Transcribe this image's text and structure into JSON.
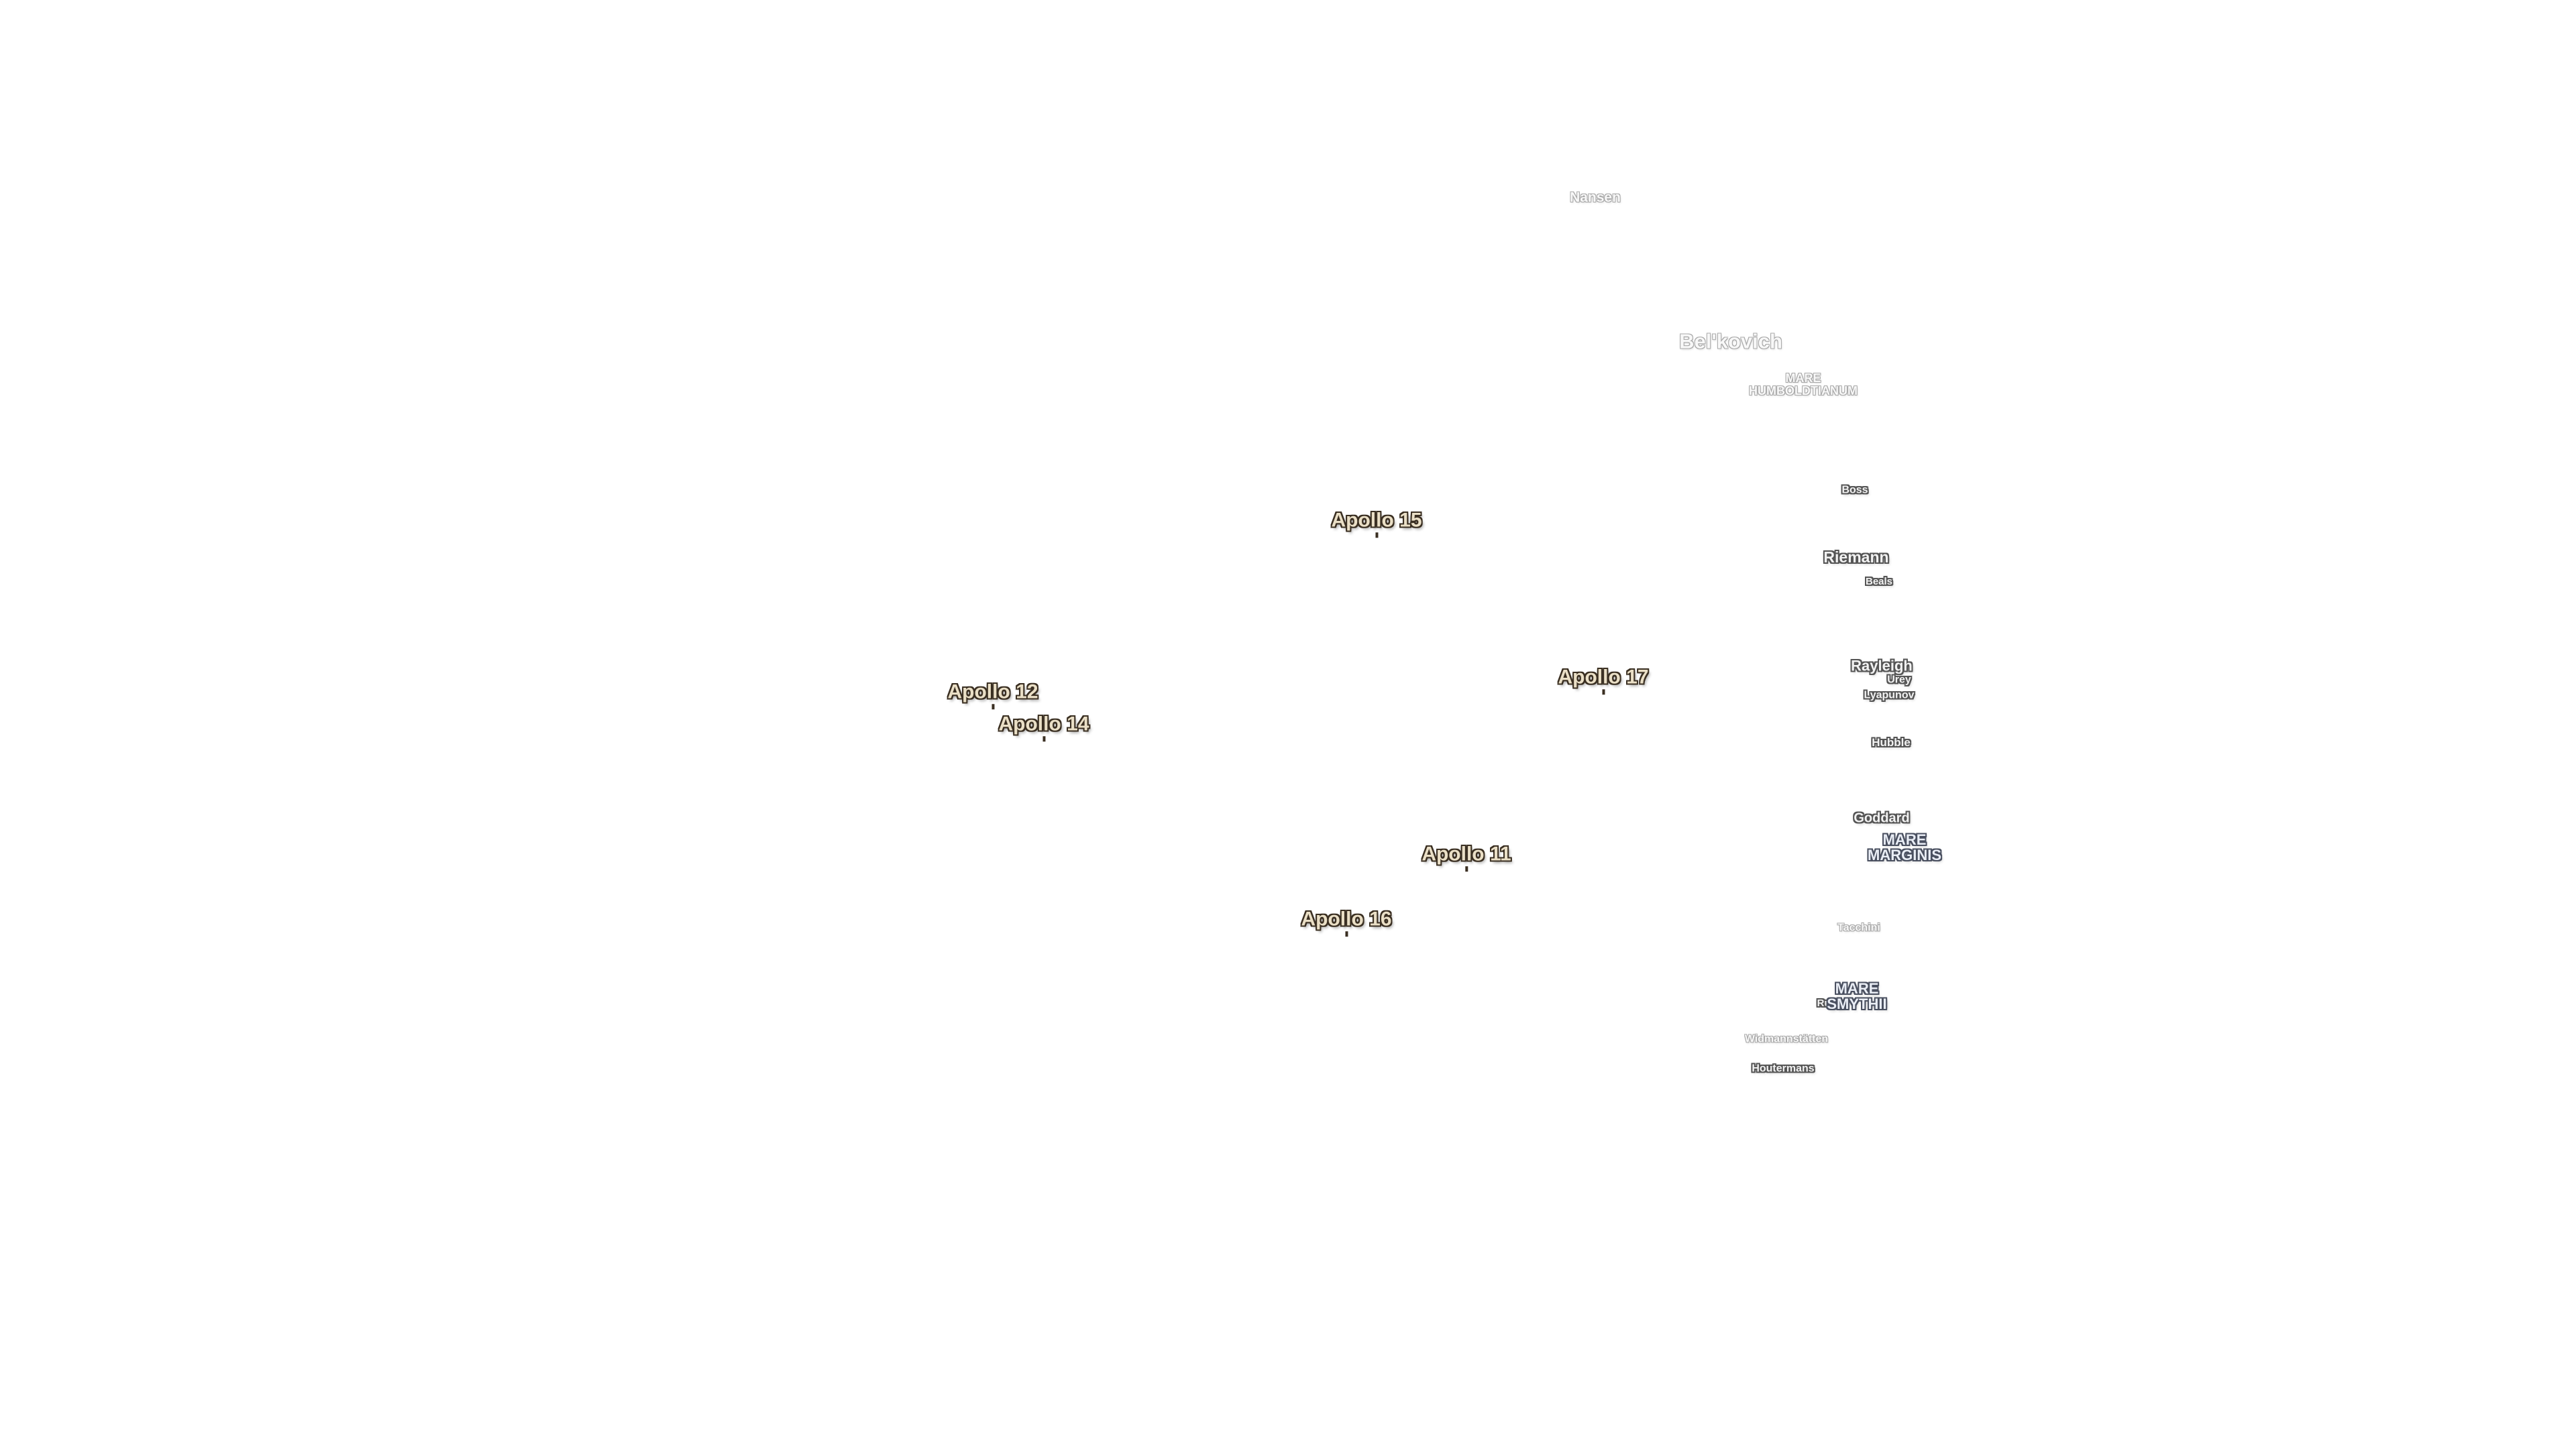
{
  "map": {
    "background_color": "#ffffff",
    "apollo_sites": [
      {
        "name": "Apollo 15"
      },
      {
        "name": "Apollo 17"
      },
      {
        "name": "Apollo 12"
      },
      {
        "name": "Apollo 14"
      },
      {
        "name": "Apollo 11"
      },
      {
        "name": "Apollo 16"
      }
    ],
    "features": [
      {
        "name": "Nansen"
      },
      {
        "name": "Bel'kovich"
      },
      {
        "name": "MARE\nHUMBOLDTIANUM"
      },
      {
        "name": "Boss"
      },
      {
        "name": "Riemann"
      },
      {
        "name": "Beals"
      },
      {
        "name": "Rayleigh"
      },
      {
        "name": "Urey"
      },
      {
        "name": "Lyapunov"
      },
      {
        "name": "Hubble"
      },
      {
        "name": "Goddard"
      },
      {
        "name": "MARE\nMARGINIS"
      },
      {
        "name": "Tacchini"
      },
      {
        "name": "MARE\nSMYTHII"
      },
      {
        "name": "Runge"
      },
      {
        "name": "Widmannstätten"
      },
      {
        "name": "Houtermans"
      }
    ]
  }
}
